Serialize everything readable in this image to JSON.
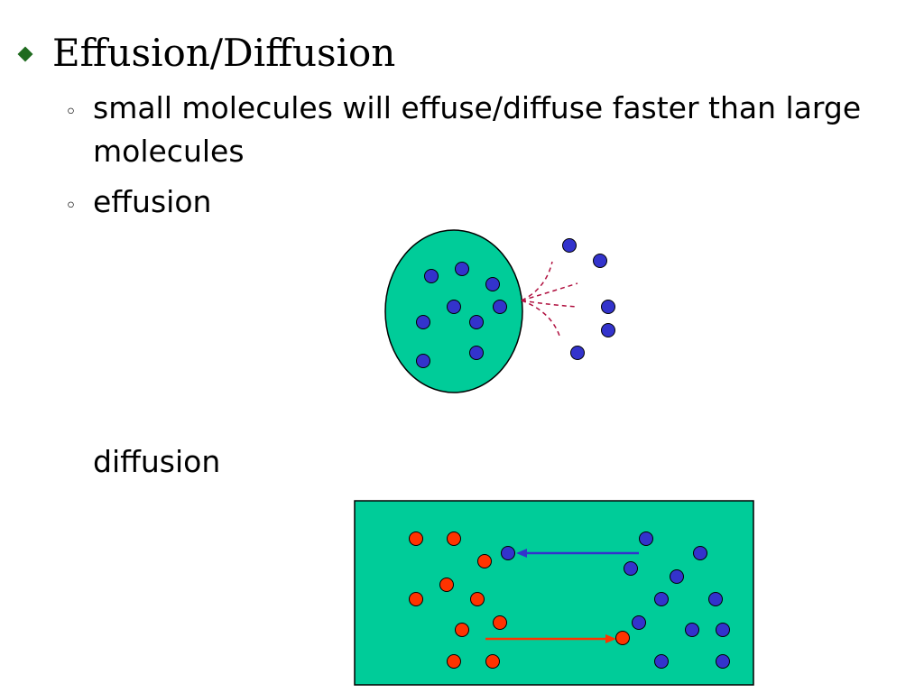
{
  "slide": {
    "title": "Effusion/Diffusion",
    "bullets": [
      "small molecules will effuse/diffuse faster than large molecules",
      "effusion"
    ],
    "diffusion_label": "diffusion"
  },
  "colors": {
    "container_fill": "#00cc99",
    "molecule_blue": "#3333cc",
    "molecule_red": "#ff3300",
    "arrow_blue": "#3333cc",
    "arrow_red": "#ff3300",
    "stream_lines": "#b0103f",
    "title_bullet": "#1f6b1f"
  }
}
